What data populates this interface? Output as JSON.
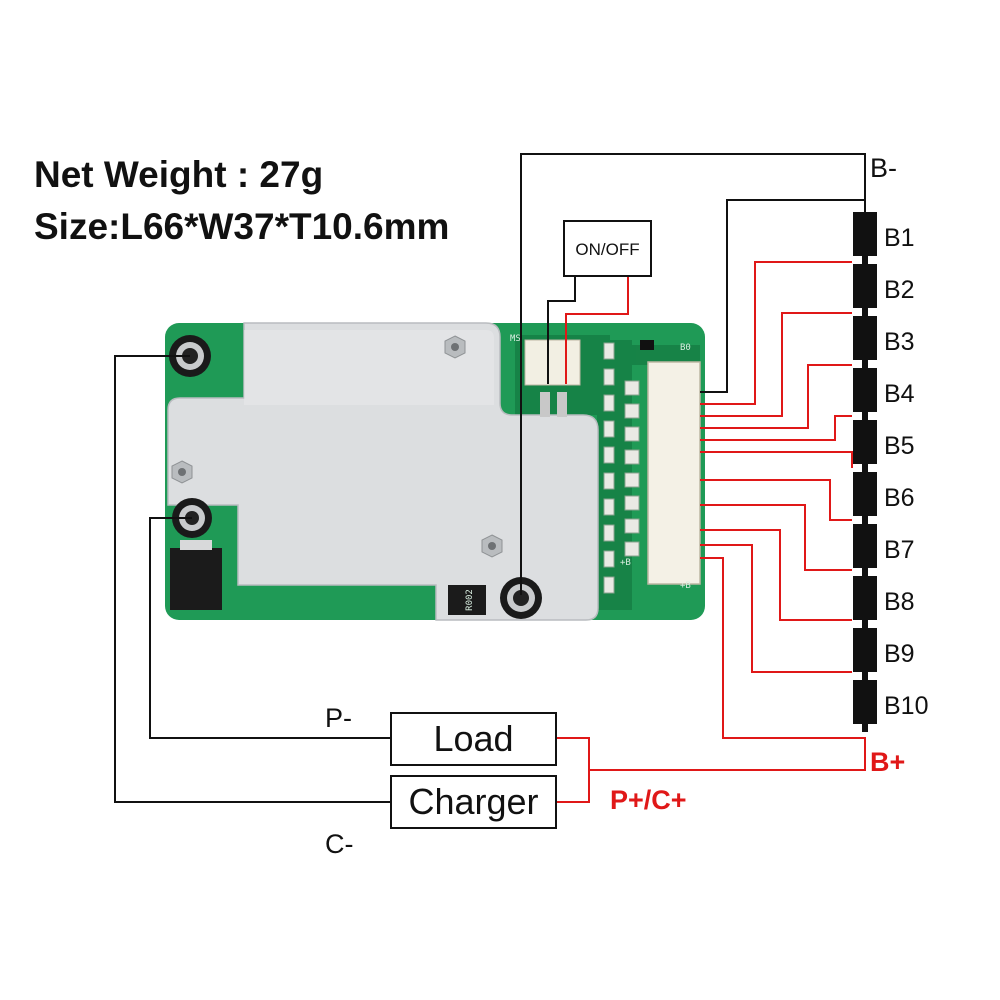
{
  "specs": {
    "net_weight": "Net Weight : 27g",
    "size": "Size:L66*W37*T10.6mm"
  },
  "switch_label": "ON/OFF",
  "cells": [
    "B1",
    "B2",
    "B3",
    "B4",
    "B5",
    "B6",
    "B7",
    "B8",
    "B9",
    "B10"
  ],
  "terminals": {
    "b_minus": "B-",
    "b_plus": "B+",
    "p_minus": "P-",
    "c_minus": "C-",
    "p_plus_c_plus": "P+/C+"
  },
  "boxes": {
    "load": "Load",
    "charger": "Charger"
  },
  "pcb_silkscreen": {
    "resistor": "R002",
    "top_label": "B0",
    "plus_b_right": "+B",
    "plus_b_left": "+B",
    "ms": "MS"
  },
  "colors": {
    "wire_black": "#111111",
    "wire_red": "#e01818",
    "pcb_green": "#1f9a56",
    "heatsink": "#d9dadc",
    "cell_body": "#111111"
  }
}
